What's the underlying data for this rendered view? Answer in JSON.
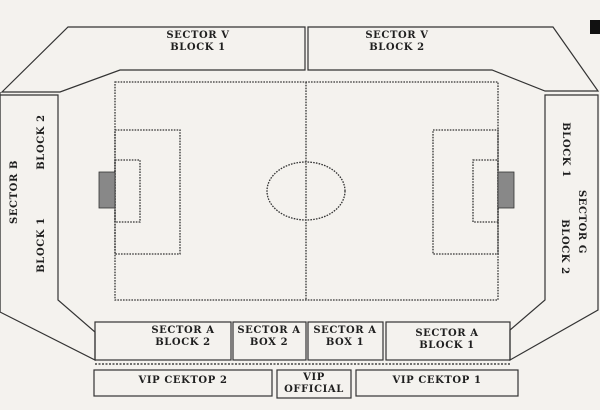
{
  "stands": {
    "sector_v_block_1": {
      "line1": "SECTOR V",
      "line2": "BLOCK  1"
    },
    "sector_v_block_2": {
      "line1": "SECTOR V",
      "line2": "BLOCK  2"
    },
    "sector_b": "SECTOR B",
    "sector_b_block_2": "BLOCK 2",
    "sector_b_block_1": "BLOCK  1",
    "sector_g": "SECTOR G",
    "sector_g_block_1": "BLOCK 1",
    "sector_g_block_2": "BLOCK  2",
    "sector_a_block_2": {
      "line1": "SECTOR  A",
      "line2": "BLOCK  2"
    },
    "sector_a_box_2": {
      "line1": "SECTOR  A",
      "line2": "BOX  2"
    },
    "sector_a_box_1": {
      "line1": "SECTOR  A",
      "line2": "BOX  1"
    },
    "sector_a_block_1": {
      "line1": "SECTOR  A",
      "line2": "BLOCK  1"
    },
    "vip_sector_2": "VIP  CEKTOP 2",
    "vip_official": {
      "line1": "VIP",
      "line2": "OFFICIAL"
    },
    "vip_sector_1": "VIP  CEKTOP 1"
  }
}
